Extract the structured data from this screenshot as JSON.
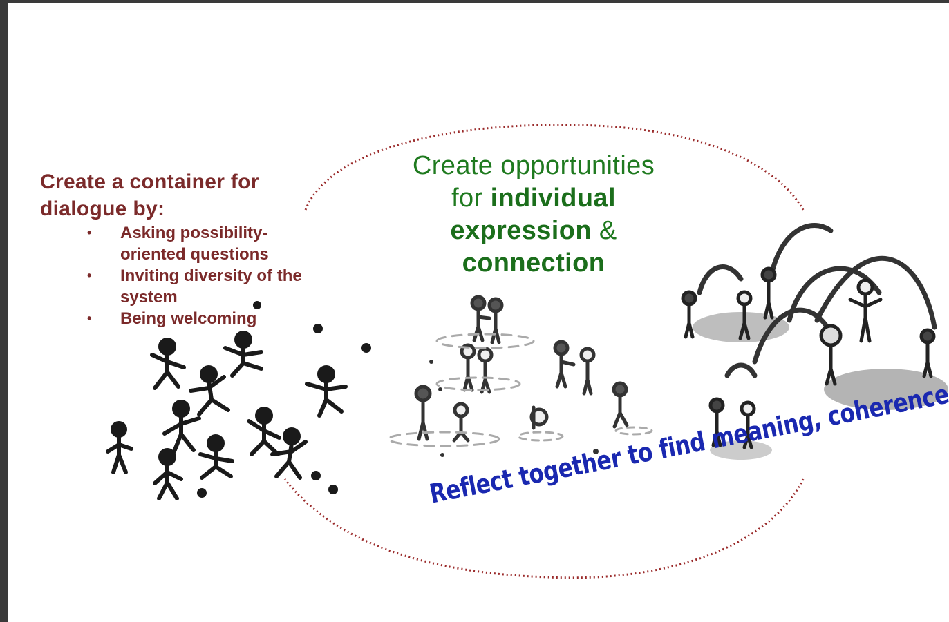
{
  "left_panel": {
    "heading_line1": "Create a container for",
    "heading_line2": "dialogue by:",
    "bullets": [
      {
        "line1": "Asking possibility-",
        "line2": "oriented questions"
      },
      {
        "line1": "Inviting diversity of the",
        "line2": "system"
      },
      {
        "line1": "Being welcoming",
        "line2": ""
      }
    ]
  },
  "center_panel": {
    "line1": "Create opportunities",
    "line2_prefix": "for ",
    "line2_bold": "individual",
    "line3_bold": "expression",
    "line3_suffix": " &",
    "line4_bold": "connection"
  },
  "reflect_label": "Reflect together to find meaning, coherence",
  "colors": {
    "left_text": "#7b2a2a",
    "center_text": "#1f7a1f",
    "reflect_text": "#1a28b0",
    "dotted_loop": "#9a2a2a"
  }
}
